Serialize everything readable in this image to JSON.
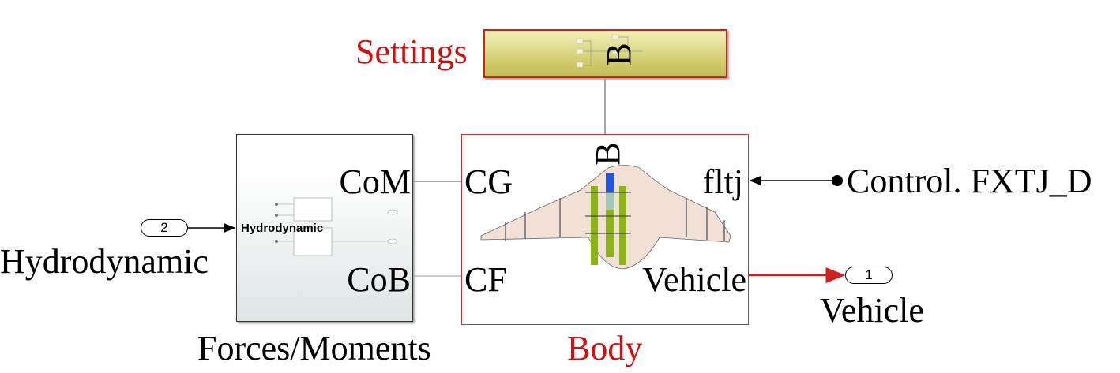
{
  "settings": {
    "label": "Settings",
    "port": "B"
  },
  "body": {
    "label": "Body",
    "ports": {
      "top": "B",
      "cg": "CG",
      "cf": "CF",
      "fltj": "fltj",
      "vehicle": "Vehicle"
    }
  },
  "forces": {
    "label": "Forces/Moments",
    "inner_label": "Hydrodynamic",
    "ports": {
      "com": "CoM",
      "cob": "CoB"
    }
  },
  "inport": {
    "number": "2",
    "label": "Hydrodynamic"
  },
  "outport": {
    "number": "1",
    "label": "Vehicle"
  },
  "from_signal": {
    "label": "Control. FXTJ_D"
  },
  "colors": {
    "accent_red": "#d01010",
    "signal_red": "#d02020"
  }
}
